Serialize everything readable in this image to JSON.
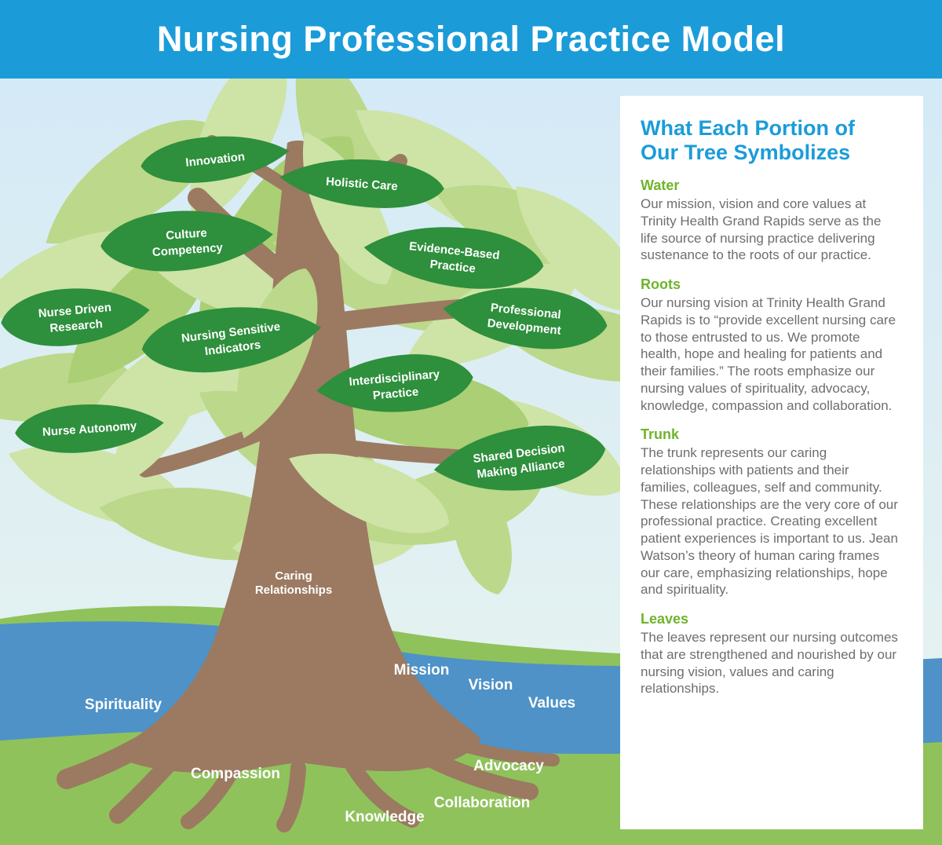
{
  "header": {
    "title": "Nursing Professional Practice Model"
  },
  "tree": {
    "leaves": [
      {
        "lines": [
          "Innovation"
        ]
      },
      {
        "lines": [
          "Holistic Care"
        ]
      },
      {
        "lines": [
          "Culture",
          "Competency"
        ]
      },
      {
        "lines": [
          "Evidence-Based",
          "Practice"
        ]
      },
      {
        "lines": [
          "Nurse Driven",
          "Research"
        ]
      },
      {
        "lines": [
          "Nursing Sensitive",
          "Indicators"
        ]
      },
      {
        "lines": [
          "Professional",
          "Development"
        ]
      },
      {
        "lines": [
          "Interdisciplinary",
          "Practice"
        ]
      },
      {
        "lines": [
          "Nurse Autonomy"
        ]
      },
      {
        "lines": [
          "Shared Decision",
          "Making Alliance"
        ]
      }
    ],
    "trunk": {
      "lines": [
        "Caring",
        "Relationships"
      ]
    },
    "water_labels": [
      "Mission",
      "Vision",
      "Values"
    ],
    "root_labels": [
      "Spirituality",
      "Compassion",
      "Knowledge",
      "Collaboration",
      "Advocacy"
    ]
  },
  "panel": {
    "title": "What Each Portion of Our Tree Symbolizes",
    "sections": [
      {
        "heading": "Water",
        "body": "Our mission, vision and core values at Trinity Health Grand Rapids serve as the life source of nursing practice delivering sustenance to the roots of our practice."
      },
      {
        "heading": "Roots",
        "body": "Our nursing vision at Trinity Health Grand Rapids is to “provide excellent nursing care to those entrusted to us. We promote health, hope and healing for patients and their families.” The roots emphasize our nursing values of spirituality, advocacy, knowledge, compassion and collaboration."
      },
      {
        "heading": "Trunk",
        "body": "The trunk represents our caring relationships with patients and their families, colleagues, self and community. These relationships are the very core of our professional practice. Creating excellent patient experiences is important to us. Jean Watson’s theory of human caring frames our care, emphasizing relationships, hope and spirituality."
      },
      {
        "heading": "Leaves",
        "body": "The leaves represent our nursing outcomes that are strengthened and nourished by our nursing vision, values and caring relationships."
      }
    ]
  },
  "colors": {
    "header_blue": "#1b9cd9",
    "panel_title_blue": "#1b9cd9",
    "section_heading_green": "#6fb42c",
    "body_text_gray": "#6d6e71",
    "leaf_dark_green": "#2e8f3c",
    "leaf_light_green": "#bcd88a",
    "trunk_brown": "#9b7a61",
    "ground_green": "#8fc25b",
    "river_blue": "#4e92c7"
  }
}
